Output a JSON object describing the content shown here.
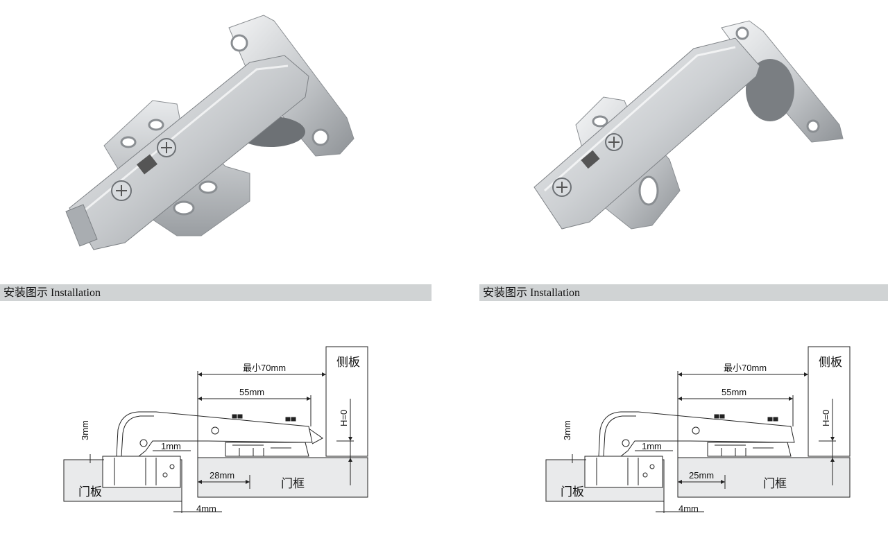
{
  "installation": {
    "left_title": "安装图示 Installation",
    "right_title": "安装图示 Installation"
  },
  "left_diagram": {
    "side_panel": "侧板",
    "door": "门板",
    "frame": "门框",
    "min_depth": "最小70mm",
    "cup_distance": "55mm",
    "height": "H=0",
    "thickness": "3mm",
    "gap": "1mm",
    "offset": "28mm",
    "edge": "4mm"
  },
  "right_diagram": {
    "side_panel": "侧板",
    "door": "门板",
    "frame": "门框",
    "min_depth": "最小70mm",
    "cup_distance": "55mm",
    "height": "H=0",
    "thickness": "3mm",
    "gap": "1mm",
    "offset": "25mm",
    "edge": "4mm"
  },
  "colors": {
    "bar": "#d0d3d4",
    "metal": "#c9ccd0",
    "line": "#222222"
  }
}
